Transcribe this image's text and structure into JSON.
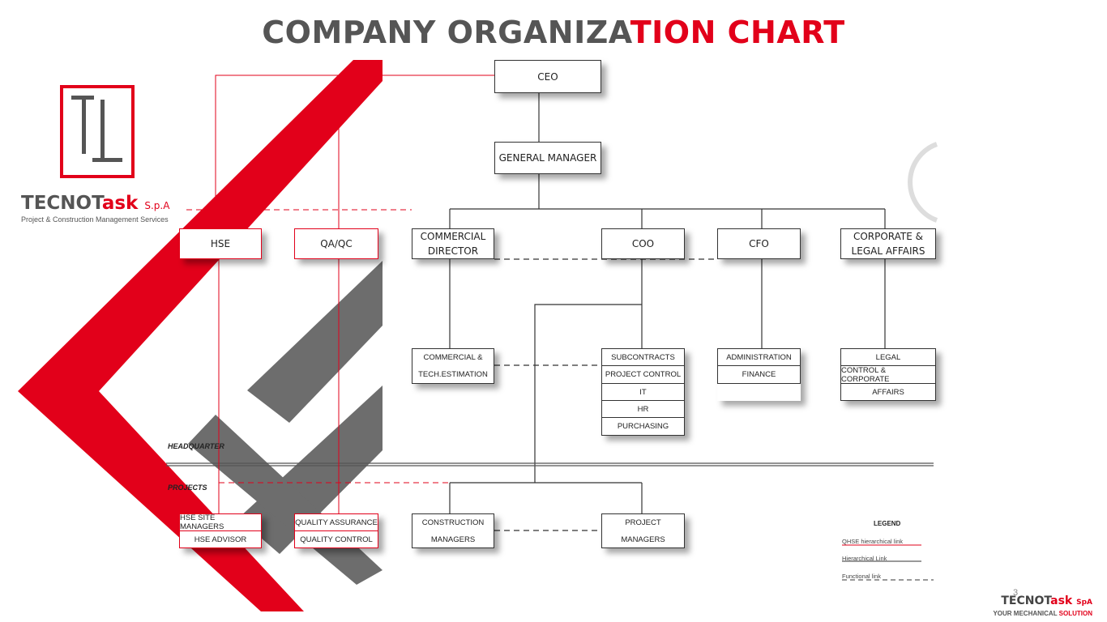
{
  "title": {
    "part1": "COMPANY ORGANIZA",
    "part2": "TION CHART"
  },
  "logo": {
    "name_dark": "TECNOT",
    "name_red": "ask",
    "suffix": "S.p.A",
    "tagline": "Project & Construction Management Services"
  },
  "boxes": {
    "ceo": "CEO",
    "general_manager": "GENERAL MANAGER",
    "hse": "HSE",
    "qaqc": "QA/QC",
    "commercial_director": "COMMERCIAL\nDIRECTOR",
    "coo": "COO",
    "cfo": "CFO",
    "corporate_legal": "CORPORATE &\nLEGAL AFFAIRS"
  },
  "units": {
    "commercial": [
      "COMMERCIAL &",
      "TECH.ESTIMATION"
    ],
    "coo": [
      "SUBCONTRACTS",
      "PROJECT CONTROL",
      "IT",
      "HR",
      "PURCHASING"
    ],
    "cfo": [
      "ADMINISTRATION",
      "FINANCE"
    ],
    "legal": [
      "LEGAL",
      "CONTROL & CORPORATE",
      "AFFAIRS"
    ],
    "hse_site": [
      "HSE SITE MANAGERS",
      "HSE ADVISOR"
    ],
    "quality": [
      "QUALITY ASSURANCE",
      "QUALITY CONTROL"
    ],
    "construction": [
      "CONSTRUCTION",
      "MANAGERS"
    ],
    "project": [
      "PROJECT",
      "MANAGERS"
    ]
  },
  "sections": {
    "headquarter": "HEADQUARTER",
    "projects": "PROJECTS"
  },
  "legend": {
    "title": "LEGEND",
    "items": [
      "QHSE hierarchical link",
      "Hierarchical Link",
      "Functional link"
    ]
  },
  "page_number": "3",
  "footer": {
    "brand_dark": "TECNOT",
    "brand_red": "ask",
    "brand_suffix": "SpA",
    "tag_dark": "YOUR MECHANICAL ",
    "tag_red": "SOLUTION"
  },
  "colors": {
    "accent_red": "#e2001a",
    "dark_gray": "#555555",
    "shape_gray": "#6d6d6d"
  }
}
